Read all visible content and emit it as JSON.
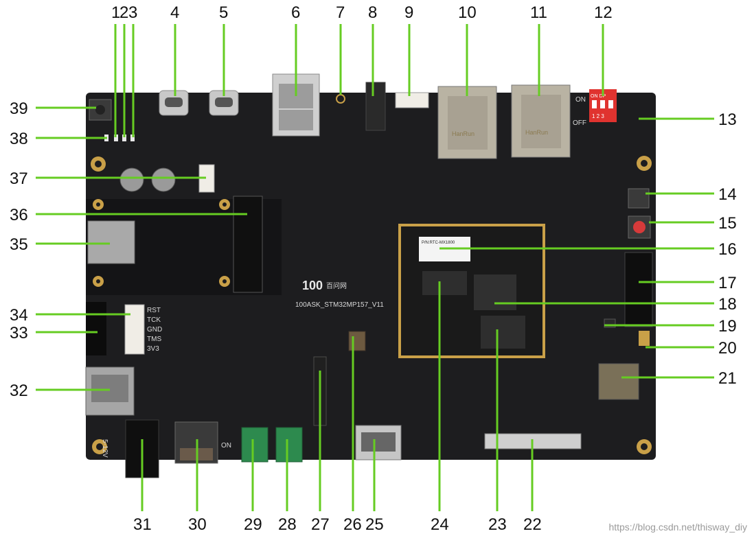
{
  "labels": {
    "l1": "1",
    "l2": "2",
    "l3": "3",
    "l4": "4",
    "l5": "5",
    "l6": "6",
    "l7": "7",
    "l8": "8",
    "l9": "9",
    "l10": "10",
    "l11": "11",
    "l12": "12",
    "l13": "13",
    "l14": "14",
    "l15": "15",
    "l16": "16",
    "l17": "17",
    "l18": "18",
    "l19": "19",
    "l20": "20",
    "l21": "21",
    "l22": "22",
    "l23": "23",
    "l24": "24",
    "l25": "25",
    "l26": "26",
    "l27": "27",
    "l28": "28",
    "l29": "29",
    "l30": "30",
    "l31": "31",
    "l32": "32",
    "l33": "33",
    "l34": "34",
    "l35": "35",
    "l36": "36",
    "l37": "37",
    "l38": "38",
    "l39": "39"
  },
  "board": {
    "silk_model": "100ASK_STM32MP157_V11",
    "logo_mark": "100",
    "logo_text": "百问网",
    "jtag_pins": [
      "RST",
      "TCK",
      "GND",
      "TMS",
      "3V3"
    ],
    "dip_top": "ON  DP",
    "dip_nums": "1 2 3",
    "dip_on": "ON",
    "dip_off": "OFF",
    "power_label": "5-12V",
    "switch_label": "ON",
    "rj45_brand": "HanRun",
    "rj45_brand2": "HanRun",
    "som_sticker": "P/N:RTC-MX1800"
  },
  "watermark": "https://blog.csdn.net/thisway_diy",
  "colors": {
    "pcb": "#1d1d1f",
    "leader": "#66cc22",
    "green_terminal": "#2d8a4e",
    "dip_red": "#e0332f",
    "gold": "#c9a048"
  }
}
